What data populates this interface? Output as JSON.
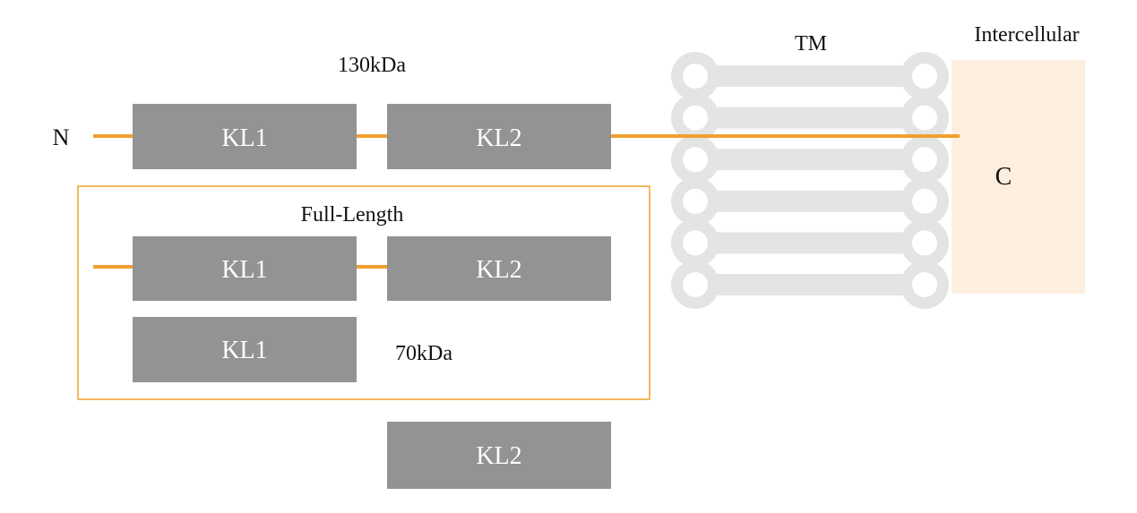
{
  "diagram": {
    "labels": {
      "n_terminus": "N",
      "c_terminus": "C",
      "size_full": "130kDa",
      "size_fragment": "70kDa",
      "full_length": "Full-Length",
      "transmembrane": "TM",
      "intercellular": "Intercellular"
    },
    "domains": {
      "kl1": "KL1",
      "kl2": "KL2"
    },
    "membrane": {
      "lipid_count": 6
    },
    "colors": {
      "domain_fill": "#939393",
      "backbone": "#f0a030",
      "group_border": "#f3b860",
      "membrane": "#e4e4e4",
      "intracellular_region": "#fdefdf",
      "text": "#111111",
      "domain_text": "#ffffff"
    }
  }
}
